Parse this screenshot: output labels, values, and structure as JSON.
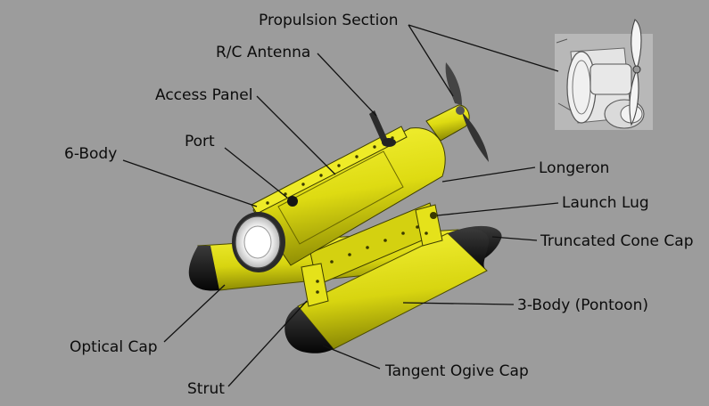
{
  "diagram": {
    "labels": {
      "propulsion_section": "Propulsion Section",
      "rc_antenna": "R/C Antenna",
      "access_panel": "Access Panel",
      "port": "Port",
      "six_body": "6-Body",
      "longeron": "Longeron",
      "launch_lug": "Launch Lug",
      "truncated_cone_cap": "Truncated Cone Cap",
      "three_body_pontoon": "3-Body (Pontoon)",
      "optical_cap": "Optical Cap",
      "strut": "Strut",
      "tangent_ogive_cap": "Tangent Ogive Cap"
    },
    "colors": {
      "background": "#9c9c9c",
      "body_yellow": "#e6e417",
      "body_shadow": "#9c9a06",
      "cap_black": "#141414",
      "inset_white": "#e2e2e2"
    }
  }
}
